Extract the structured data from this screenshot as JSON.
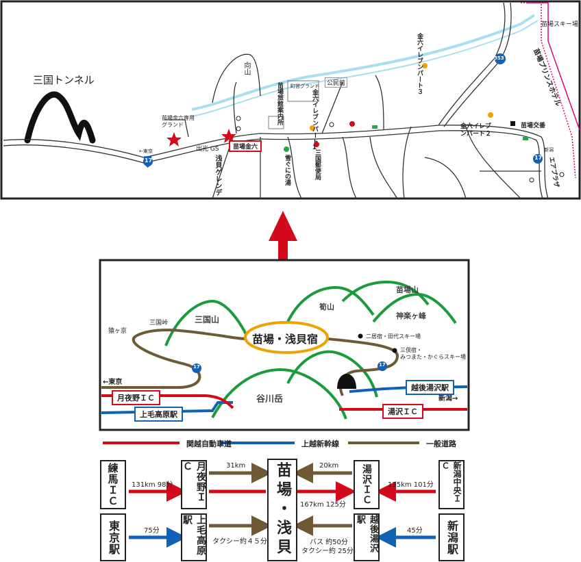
{
  "detail_map": {
    "tunnel": "三国トンネル",
    "mukaiyama": "向山",
    "naeba_ski": "苗場スキー場",
    "prince_hotel": "苗場プリンスホテル",
    "kinroku_ground": "苗場金六専用グランド",
    "to_tokyo": "←東京",
    "idemitsu": "出光 GS",
    "kinroku": "苗場金六",
    "asakai_gelande": "浅貝ゲレンデ",
    "ryokan_annai": "苗場旅館案内所",
    "kaikan": "町営グランド",
    "kominkan": "公民館",
    "kinroku_eleven_1": "金六イレブンパート1",
    "kinroku_eleven_2": "金六イレブンパート２",
    "kinroku_eleven_3": "金六イレブンパート３",
    "yukiguni_yu": "雪ぐにの湯",
    "post_office": "三国郵便局",
    "naeba_koban": "苗場交番",
    "air_plaza": "エアプラザ",
    "route17": "17",
    "route353": "353",
    "shinkansen_label": "新潟"
  },
  "overview_map": {
    "center_label": "苗場・浅貝宿",
    "mikuniyama": "三国山",
    "mikunitoge": "三国峠",
    "sarugakyo": "猿ヶ京",
    "takenokoyama": "筍山",
    "naebasan": "苗場山",
    "kaguraminemine": "神楽ヶ峰",
    "tanigawadake": "谷川岳",
    "futai_ski": "二居宿・田代スキー場",
    "mitsumata_ski": "三俣宿・\nみつまた・かぐらスキー場",
    "to_tokyo": "←東京",
    "to_niigata": "新潟→",
    "tsukiyono_ic": "月夜野ＩＣ",
    "jomokogen_eki": "上毛高原駅",
    "echigoyuzawa_eki": "越後湯沢駅",
    "yuzawa_ic": "湯沢ＩＣ",
    "route17": "17"
  },
  "legend": {
    "kanetsu": "関越自動車道",
    "joetsu": "上越新幹線",
    "ippan": "一般道路"
  },
  "flow": {
    "nerima": "練馬ＩＣ",
    "tokyo_eki": "東京駅",
    "tsukiyono": "月夜野ＩＣ",
    "jomokogen": "上毛高原駅",
    "center": "苗場・浅貝",
    "yuzawa": "湯沢ＩＣ",
    "echigoyuzawa": "越後湯沢駅",
    "niigata_chuo": "新潟中央ＩＣ",
    "niigata_eki": "新潟駅",
    "d_nerima": "131km 98分",
    "d_tokyo": "75分",
    "d_tsukiyono": "31km",
    "d_taxi_jomo": "タクシー約４５分",
    "d_yuzawa": "20km",
    "d_through": "167km 125分",
    "d_bus": "バス 約50分",
    "d_taxi_echigo": "タクシー約 25分",
    "d_niigata_chuo": "135km 101分",
    "d_niigata_eki": "45分"
  },
  "colors": {
    "expressway": "#d40a1a",
    "shinkansen": "#1161b4",
    "road": "#6f5a36",
    "mountain": "#1a9c3a",
    "center_ring": "#f0a000",
    "river": "#a8dff0",
    "highlight": "#e0007a"
  }
}
